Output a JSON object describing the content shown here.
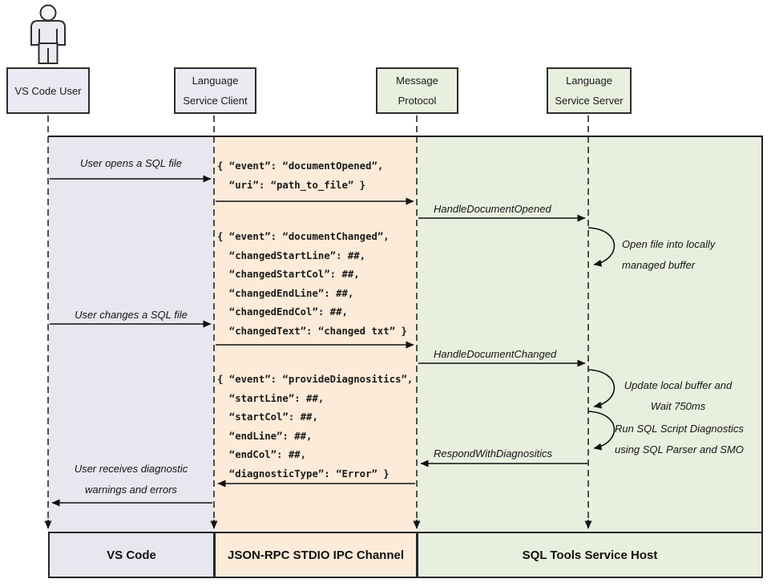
{
  "actors": {
    "user": {
      "line1": "VS Code User"
    },
    "client": {
      "line1": "Language",
      "line2": "Service Client"
    },
    "protocol": {
      "line1": "Message",
      "line2": "Protocol"
    },
    "server": {
      "line1": "Language",
      "line2": "Service Server"
    }
  },
  "footer": {
    "vscode": "VS Code",
    "ipc": "JSON-RPC STDIO IPC Channel",
    "host": "SQL Tools Service Host"
  },
  "messages": {
    "user_opens": "User opens a SQL file",
    "user_changes": "User changes a SQL file",
    "user_receives_line1": "User receives diagnostic",
    "user_receives_line2": "warnings and errors",
    "handle_document_opened": "HandleDocumentOpened",
    "handle_document_changed": "HandleDocumentChanged",
    "respond_with_diagnostics": "RespondWithDiagnositics"
  },
  "self_actions": {
    "open_file": {
      "line1": "Open file into locally",
      "line2": "managed buffer"
    },
    "update_buffer": {
      "line1": "Update local buffer and",
      "line2": "Wait 750ms"
    },
    "run_diagnostics": {
      "line1": "Run SQL Script Diagnostics",
      "line2": "using SQL Parser and SMO"
    }
  },
  "json_payloads": {
    "document_opened": {
      "lines": [
        "{ “event”: “documentOpened”,",
        "  “uri”: “path_to_file” }"
      ]
    },
    "document_changed": {
      "lines": [
        "{ “event”: “documentChanged”,",
        "  “changedStartLine”: ##,",
        "  “changedStartCol”: ##,",
        "  “changedEndLine”: ##,",
        "  “changedEndCol”: ##,",
        "  “changedText”: “changed txt” }"
      ]
    },
    "provide_diagnostics": {
      "lines": [
        "{ “event”: “provideDiagnositics”,",
        "  “startLine”: ##,",
        "  “startCol”: ##,",
        "  “endLine”: ##,",
        "  “endCol”: ##,",
        "  “diagnosticType”: “Error” }"
      ]
    }
  },
  "colors": {
    "lane_vscode": "#e8e7f0",
    "lane_ipc": "#fcebd9",
    "lane_host": "#e9efdf",
    "actor_box_lavender": "#ebeaf2",
    "actor_box_green": "#e9efdf",
    "line": "#1a1a1a"
  }
}
